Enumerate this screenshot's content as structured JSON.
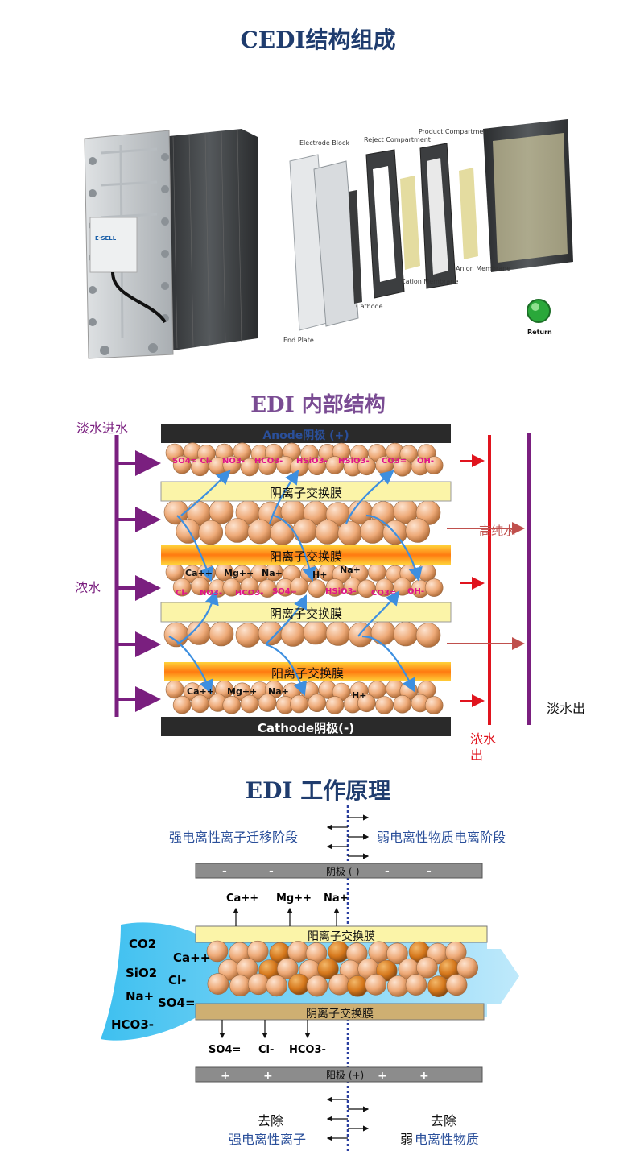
{
  "section1": {
    "title": "CEDI结构组成",
    "exploded_labels": {
      "electrode_block": "Electrode Block",
      "reject_compartment": "Reject Compartment",
      "product_compartment": "Product Compartment",
      "anion_membrane": "Anion Membrane",
      "cation_membrane": "Cation Membrane",
      "cathode": "Cathode",
      "end_plate": "End Plate",
      "return": "Return"
    },
    "module_badge": "E·SELL"
  },
  "section2": {
    "title": "EDI 内部结构",
    "anode": "Anode阴极 (+)",
    "cathode": "Cathode阴极(-)",
    "anion_membrane": "阴离子交换膜",
    "cation_membrane": "阳离子交换膜",
    "fresh_in": "淡水进水",
    "concentrate": "浓水",
    "high_purity": "高纯水",
    "fresh_out": "淡水出",
    "concentrate_out": "浓水出",
    "anions_row1": [
      "SO4= Cl-",
      "NO3-",
      "HCO3-",
      "HSiO3-",
      "HSiO3-",
      "CO3=",
      "OH-"
    ],
    "cations_row2": [
      "Ca++",
      "Mg++",
      "Na+",
      "H+",
      "Na+"
    ],
    "anions_row2": [
      "Cl-",
      "NO3-",
      "HCO3-",
      "SO4=",
      "HSiO3-",
      "CO3=",
      "OH-"
    ],
    "cations_row3": [
      "Ca++",
      "Mg++",
      "Na+",
      "H+"
    ]
  },
  "section3": {
    "title": "EDI 工作原理",
    "stage_left": "强电离性离子迁移阶段",
    "stage_right": "弱电离性物质电离阶段",
    "cathode_bar": "阴极 (-)",
    "anode_bar": "阳极 (+)",
    "cation_membrane": "阳离子交换膜",
    "anion_membrane": "阴离子交换膜",
    "top_ions": [
      "Ca++",
      "Mg++",
      "Na+"
    ],
    "inlet_ions": [
      "CO2",
      "SiO2",
      "Na+",
      "HCO3-",
      "Ca++",
      "Cl-",
      "SO4="
    ],
    "bottom_ions": [
      "SO4=",
      "Cl-",
      "HCO3-"
    ],
    "remove_left": "去除",
    "remove_left_sub": "强电离性离子",
    "remove_right": "去除",
    "remove_right_sub_prefix": "弱",
    "remove_right_sub": "电离性物质"
  },
  "colors": {
    "title_blue": "#1f3c6e",
    "purple": "#7a1f7f",
    "red": "#e0141e",
    "membrane_yellow": "#fbf4a8",
    "cation_orange": "#f57d1a",
    "bead": "#f0b07f",
    "blue_text": "#2a4f9a"
  }
}
